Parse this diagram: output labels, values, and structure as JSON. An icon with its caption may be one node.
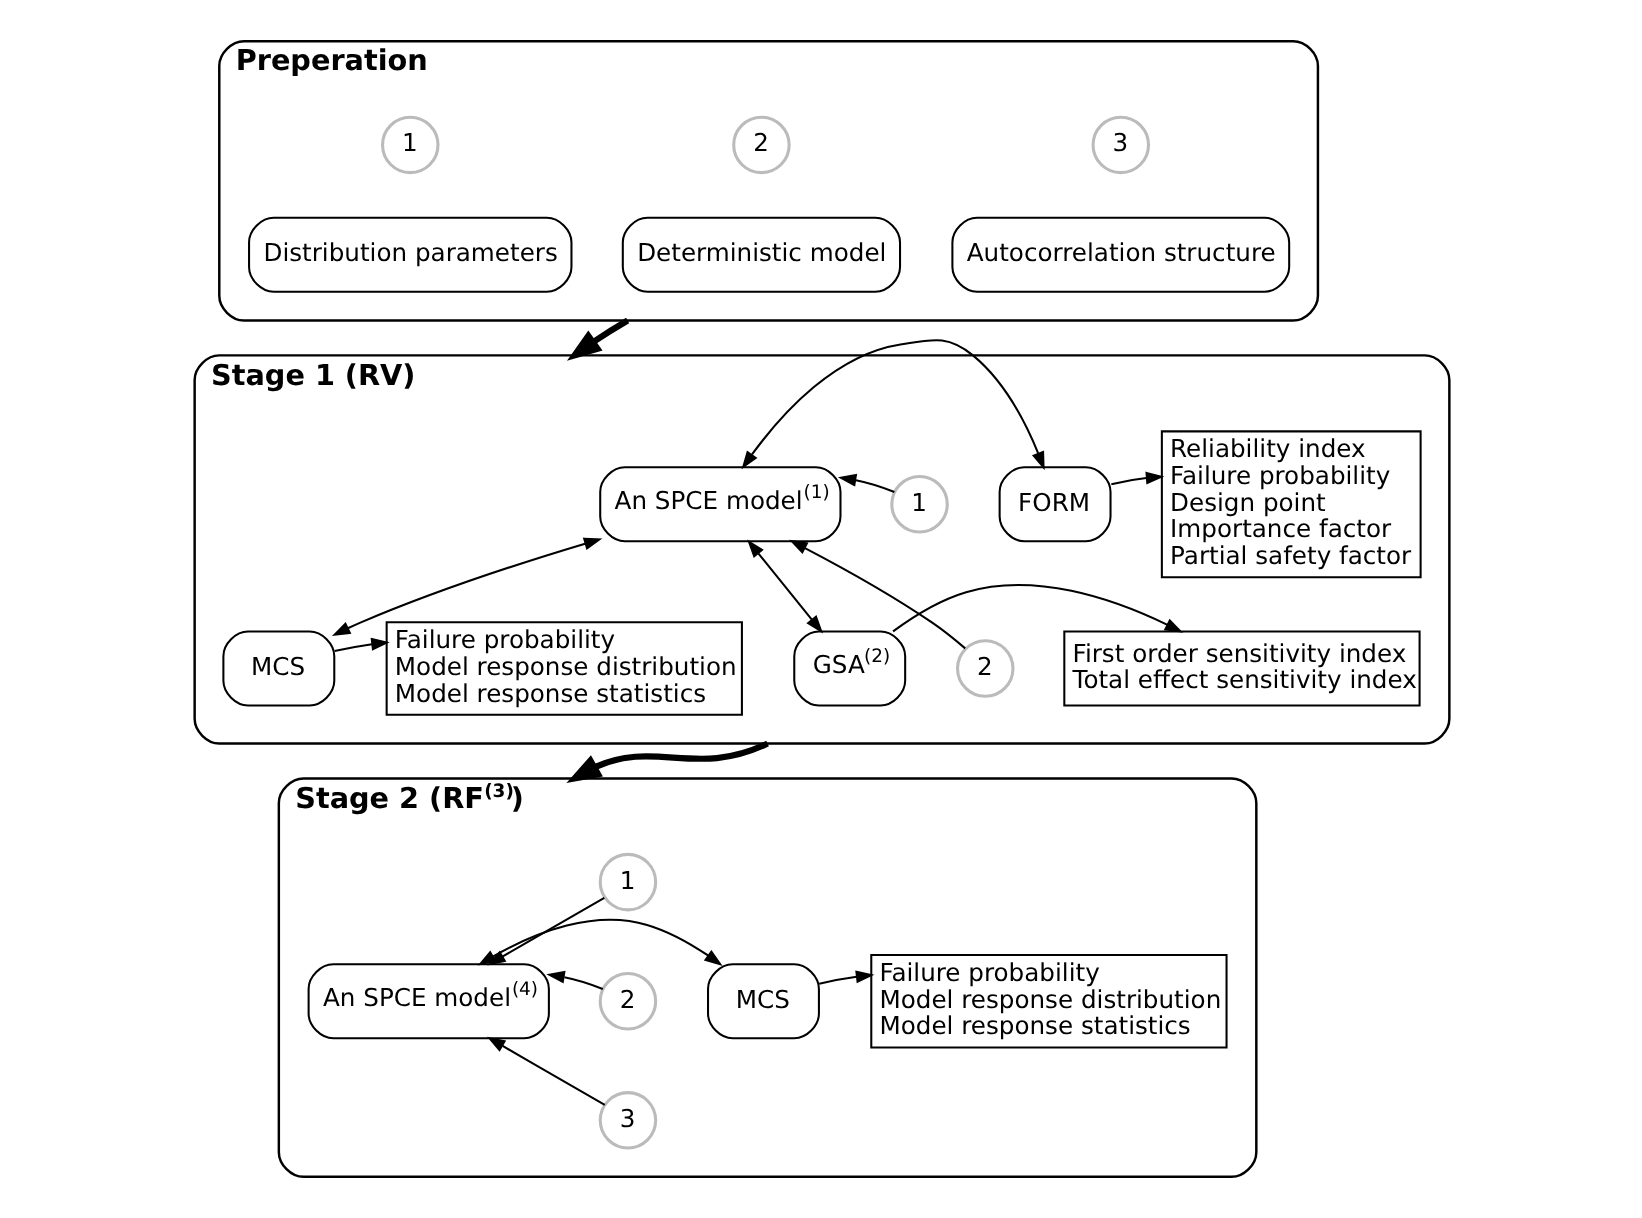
{
  "diagram": {
    "nodes": [
      {
        "text": [
          "Preperation"
        ]
      },
      {
        "text": [
          "1"
        ],
        "in": 0
      },
      {
        "text": [
          "Distribution parameters"
        ],
        "in": 0
      },
      {
        "text": [
          "2"
        ],
        "in": 0
      },
      {
        "text": [
          "Deterministic model"
        ],
        "in": 0
      },
      {
        "text": [
          "3"
        ],
        "in": 0
      },
      {
        "text": [
          "Autocorrelation structure"
        ],
        "in": 0
      },
      {
        "text": [
          "Stage 1 (RV)"
        ]
      },
      {
        "text": [
          "1"
        ],
        "in": 7
      },
      {
        "text": [
          "2"
        ],
        "in": 7
      },
      {
        "text": [
          "An SPCE model$^{(1)}$"
        ],
        "in": 7
      },
      {
        "text": [
          "MCS"
        ],
        "in": 7
      },
      {
        "text": [
          "Failure probability",
          "Model response distribution",
          "Model response statistics"
        ],
        "in": 7
      },
      {
        "text": [
          "FORM"
        ],
        "in": 7
      },
      {
        "text": [
          "Reliability index",
          "Failure probability",
          "Design point",
          "Importance factor",
          "Partial safety factor"
        ],
        "in": 7
      },
      {
        "text": [
          "GSA$^{(2)}$"
        ],
        "in": 7
      },
      {
        "text": [
          "First order sensitivity index",
          "Total effect sensitivity index"
        ],
        "in": 7
      },
      {
        "text": [
          "Stage 2 (RF$^{(3)}$)"
        ]
      },
      {
        "text": [
          "1"
        ],
        "in": 17
      },
      {
        "text": [
          "2"
        ],
        "in": 17
      },
      {
        "text": [
          "3"
        ],
        "in": 17
      },
      {
        "text": [
          "An SPCE model$^{(4)}$"
        ],
        "in": 17
      },
      {
        "text": [
          "MCS"
        ],
        "in": 17
      },
      {
        "text": [
          "Failure probability",
          "Model response distribution",
          "Model response statistics"
        ],
        "in": 17
      }
    ],
    "edges": [
      {
        "from": 0,
        "to": 7,
        "arrow": "to",
        "style": "thick"
      },
      {
        "from": 7,
        "to": 17,
        "arrow": "to",
        "style": "thick"
      },
      {
        "from": 8,
        "to": 10,
        "arrow": "to"
      },
      {
        "from": 9,
        "to": 10,
        "arrow": "to"
      },
      {
        "from": 10,
        "to": 11,
        "arrow": "both"
      },
      {
        "from": 10,
        "to": 13,
        "arrow": "both"
      },
      {
        "from": 10,
        "to": 15,
        "arrow": "both"
      },
      {
        "from": 11,
        "to": 12,
        "arrow": "to"
      },
      {
        "from": 13,
        "to": 14,
        "arrow": "to"
      },
      {
        "from": 15,
        "to": 16,
        "arrow": "to"
      },
      {
        "from": 18,
        "to": 21,
        "arrow": "to"
      },
      {
        "from": 19,
        "to": 21,
        "arrow": "to"
      },
      {
        "from": 20,
        "to": 21,
        "arrow": "to"
      },
      {
        "from": 21,
        "to": 22,
        "arrow": "both"
      },
      {
        "from": 22,
        "to": 23,
        "arrow": "to"
      }
    ]
  }
}
